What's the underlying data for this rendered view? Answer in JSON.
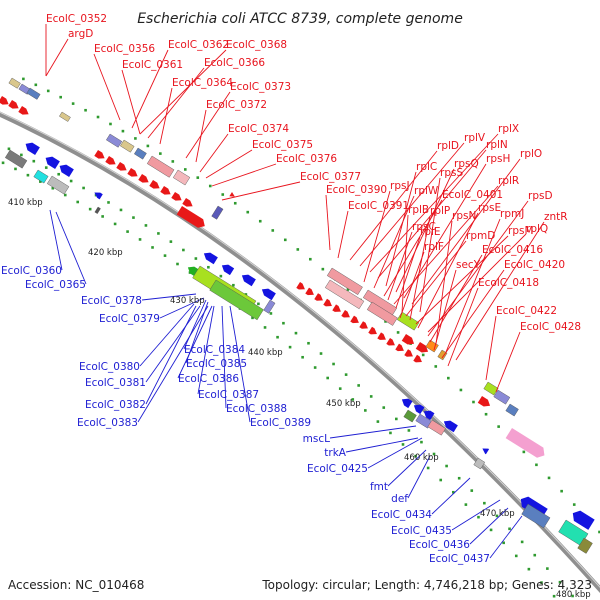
{
  "title": "Escherichia coli ATCC 8739, complete genome",
  "footer": {
    "accession": "Accession: NC_010468",
    "topology": "Topology: circular; Length: 4,746,218 bp; Genes: 4,323"
  },
  "colors": {
    "forward_label": "#e8141e",
    "reverse_label": "#1e1ed2",
    "backbone": "#8f8f8f",
    "tick": "#2f9a2f"
  },
  "kbp_marks": [
    "410 kbp",
    "420 kbp",
    "430 kbp",
    "440 kbp",
    "450 kbp",
    "460 kbp",
    "470 kbp",
    "480 kbp"
  ],
  "forward_labels": [
    {
      "text": "EcolC_0352",
      "anchor": "start"
    },
    {
      "text": "argD",
      "anchor": "start"
    },
    {
      "text": "EcolC_0356",
      "anchor": "start"
    },
    {
      "text": "EcolC_0362",
      "anchor": "start"
    },
    {
      "text": "EcolC_0368",
      "anchor": "start"
    },
    {
      "text": "EcolC_0361",
      "anchor": "start"
    },
    {
      "text": "EcolC_0366",
      "anchor": "start"
    },
    {
      "text": "EcolC_0364",
      "anchor": "start"
    },
    {
      "text": "EcolC_0373",
      "anchor": "start"
    },
    {
      "text": "EcolC_0372",
      "anchor": "start"
    },
    {
      "text": "EcolC_0374",
      "anchor": "start"
    },
    {
      "text": "EcolC_0375",
      "anchor": "start"
    },
    {
      "text": "EcolC_0376",
      "anchor": "start"
    },
    {
      "text": "EcolC_0377",
      "anchor": "start"
    },
    {
      "text": "EcolC_0390",
      "anchor": "start"
    },
    {
      "text": "EcolC_0391",
      "anchor": "start"
    },
    {
      "text": "rplD",
      "anchor": "start"
    },
    {
      "text": "rplV",
      "anchor": "start"
    },
    {
      "text": "rplX",
      "anchor": "start"
    },
    {
      "text": "rplN",
      "anchor": "start"
    },
    {
      "text": "rplC",
      "anchor": "start"
    },
    {
      "text": "rpsQ",
      "anchor": "start"
    },
    {
      "text": "rpsH",
      "anchor": "start"
    },
    {
      "text": "rplO",
      "anchor": "start"
    },
    {
      "text": "rpsS",
      "anchor": "start"
    },
    {
      "text": "rpsJ",
      "anchor": "start"
    },
    {
      "text": "rplW",
      "anchor": "start"
    },
    {
      "text": "EcolC_0401",
      "anchor": "start"
    },
    {
      "text": "rplR",
      "anchor": "start"
    },
    {
      "text": "rplB",
      "anchor": "start"
    },
    {
      "text": "rplP",
      "anchor": "start"
    },
    {
      "text": "rpsE",
      "anchor": "start"
    },
    {
      "text": "rpsD",
      "anchor": "start"
    },
    {
      "text": "rpsN",
      "anchor": "start"
    },
    {
      "text": "rpmJ",
      "anchor": "start"
    },
    {
      "text": "zntR",
      "anchor": "start"
    },
    {
      "text": "rpsC",
      "anchor": "start"
    },
    {
      "text": "rplE",
      "anchor": "start"
    },
    {
      "text": "rpmD",
      "anchor": "start"
    },
    {
      "text": "rpsM",
      "anchor": "start"
    },
    {
      "text": "rplQ",
      "anchor": "start"
    },
    {
      "text": "rplF",
      "anchor": "start"
    },
    {
      "text": "EcolC_0416",
      "anchor": "start"
    },
    {
      "text": "secY",
      "anchor": "start"
    },
    {
      "text": "EcolC_0420",
      "anchor": "start"
    },
    {
      "text": "EcolC_0418",
      "anchor": "start"
    },
    {
      "text": "EcolC_0422",
      "anchor": "start"
    },
    {
      "text": "EcolC_0428",
      "anchor": "start"
    }
  ],
  "reverse_labels": [
    {
      "text": "EcolC_0360",
      "anchor": "end"
    },
    {
      "text": "EcolC_0365",
      "anchor": "end"
    },
    {
      "text": "EcolC_0378",
      "anchor": "end"
    },
    {
      "text": "EcolC_0379",
      "anchor": "end"
    },
    {
      "text": "EcolC_0384",
      "anchor": "start"
    },
    {
      "text": "EcolC_0380",
      "anchor": "end"
    },
    {
      "text": "EcolC_0385",
      "anchor": "start"
    },
    {
      "text": "EcolC_0381",
      "anchor": "end"
    },
    {
      "text": "EcolC_0386",
      "anchor": "start"
    },
    {
      "text": "EcolC_0387",
      "anchor": "start"
    },
    {
      "text": "EcolC_0382",
      "anchor": "end"
    },
    {
      "text": "EcolC_0388",
      "anchor": "start"
    },
    {
      "text": "EcolC_0383",
      "anchor": "end"
    },
    {
      "text": "EcolC_0389",
      "anchor": "start"
    },
    {
      "text": "mscL",
      "anchor": "end"
    },
    {
      "text": "trkA",
      "anchor": "end"
    },
    {
      "text": "EcolC_0425",
      "anchor": "end"
    },
    {
      "text": "fmt",
      "anchor": "end"
    },
    {
      "text": "def",
      "anchor": "end"
    },
    {
      "text": "EcolC_0434",
      "anchor": "end"
    },
    {
      "text": "EcolC_0435",
      "anchor": "end"
    },
    {
      "text": "EcolC_0436",
      "anchor": "end"
    },
    {
      "text": "EcolC_0437",
      "anchor": "end"
    }
  ]
}
